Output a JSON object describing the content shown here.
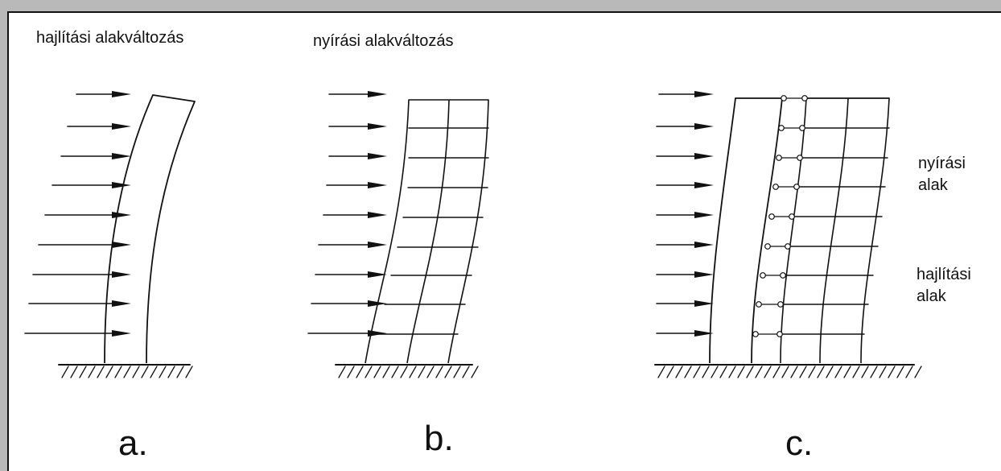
{
  "labels": {
    "a_title": "hajlítási alakváltozás",
    "b_title": "nyírási alakváltozás",
    "c_shear_1": "nyírási",
    "c_shear_2": "alak",
    "c_bend_1": "hajlítási",
    "c_bend_2": "alak"
  },
  "captions": {
    "a": "a.",
    "b": "b.",
    "c": "c."
  },
  "colors": {
    "ink": "#111111",
    "paper": "#ffffff",
    "backdrop": "#b9b9b9"
  }
}
